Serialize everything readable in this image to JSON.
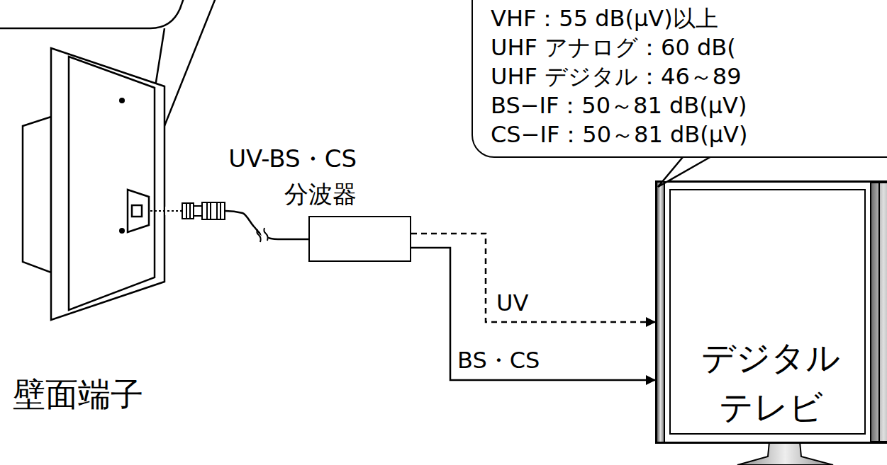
{
  "diagram": {
    "nodes": [
      {
        "text": [
          "壁面端子"
        ]
      },
      {
        "text": [
          "UV-BS・CS 分波器"
        ]
      },
      {
        "text": [
          "VHF：55 dB(μV)以上",
          "UHF アナログ：60 dB(",
          "UHF デジタル：46～89",
          "BS−IF：50～81 dB(μV)",
          "CS−IF：50～81 dB(μV)"
        ]
      },
      {
        "text": [
          "デジタル テレビ"
        ]
      }
    ],
    "edges": [
      {
        "from": 0,
        "to": 1,
        "arrow": "none"
      },
      {
        "from": 1,
        "to": 3,
        "arrow": "to",
        "label": "UV"
      },
      {
        "from": 1,
        "to": 3,
        "arrow": "to",
        "label": "BS・CS"
      }
    ]
  }
}
